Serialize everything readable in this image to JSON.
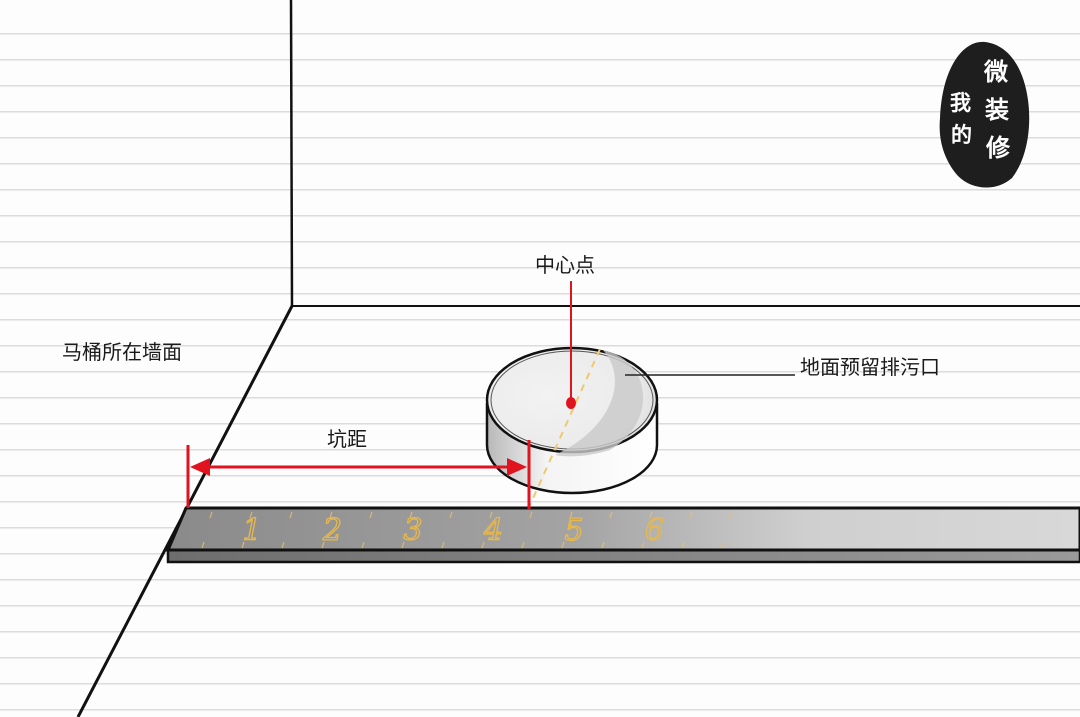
{
  "labels": {
    "wall": "马桶所在墙面",
    "center_point": "中心点",
    "drain_outlet": "地面预留排污口",
    "rough_in_distance": "坑距"
  },
  "seal": {
    "chars": [
      "微",
      "装",
      "修",
      "我",
      "的"
    ],
    "text": "我的微装修",
    "bg_color": "#1e1e1e",
    "fg_color": "#ffffff"
  },
  "ruler": {
    "marks": [
      "1",
      "2",
      "3",
      "4",
      "5",
      "6"
    ],
    "mark_color": "#e8b84a"
  },
  "colors": {
    "dimension": "#e0141e",
    "center_dot": "#e0141e",
    "axis_dash": "#f0c870",
    "line": "#111111",
    "paper_rule": "#dcdcdc"
  }
}
